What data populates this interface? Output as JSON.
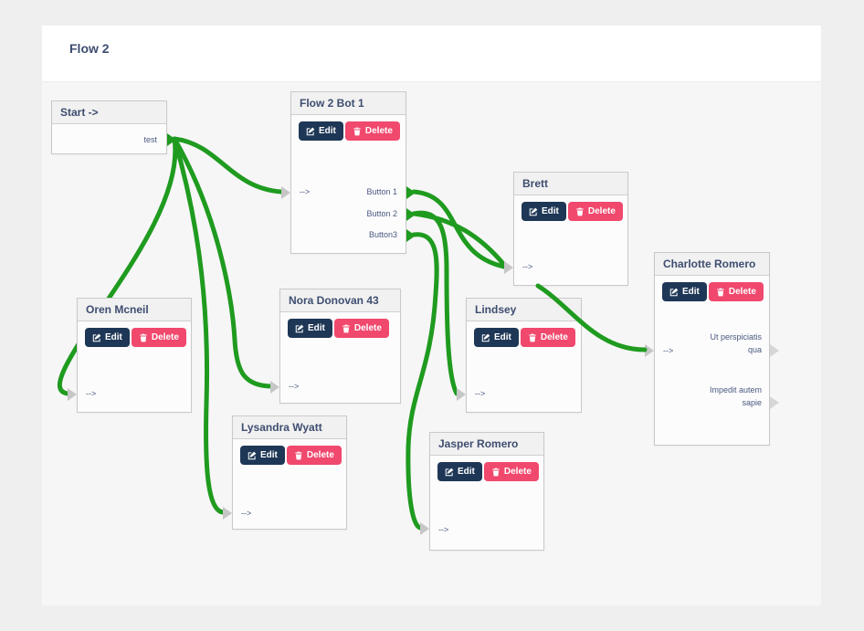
{
  "page": {
    "title": "Flow 2"
  },
  "actions": {
    "edit": "Edit",
    "delete": "Delete"
  },
  "colors": {
    "connector": "#1f9b1f",
    "edit_button": "#1e3756",
    "delete_button": "#f1486d"
  },
  "nodes": [
    {
      "title": "Start ->",
      "outputs": [
        "test"
      ]
    },
    {
      "title": "Flow 2 Bot 1",
      "input": "-->",
      "outputs": [
        "Button 1",
        "Button 2",
        "Button3"
      ]
    },
    {
      "title": "Brett",
      "input": "-->"
    },
    {
      "title": "Charlotte Romero",
      "input": "-->",
      "outputs": [
        "Ut perspiciatis qua",
        "Impedit autem sapie"
      ]
    },
    {
      "title": "Oren Mcneil",
      "input": "-->"
    },
    {
      "title": "Nora Donovan 43",
      "input": "-->"
    },
    {
      "title": "Lindsey",
      "input": "-->"
    },
    {
      "title": "Lysandra Wyatt",
      "input": "-->"
    },
    {
      "title": "Jasper Romero",
      "input": "-->"
    }
  ]
}
